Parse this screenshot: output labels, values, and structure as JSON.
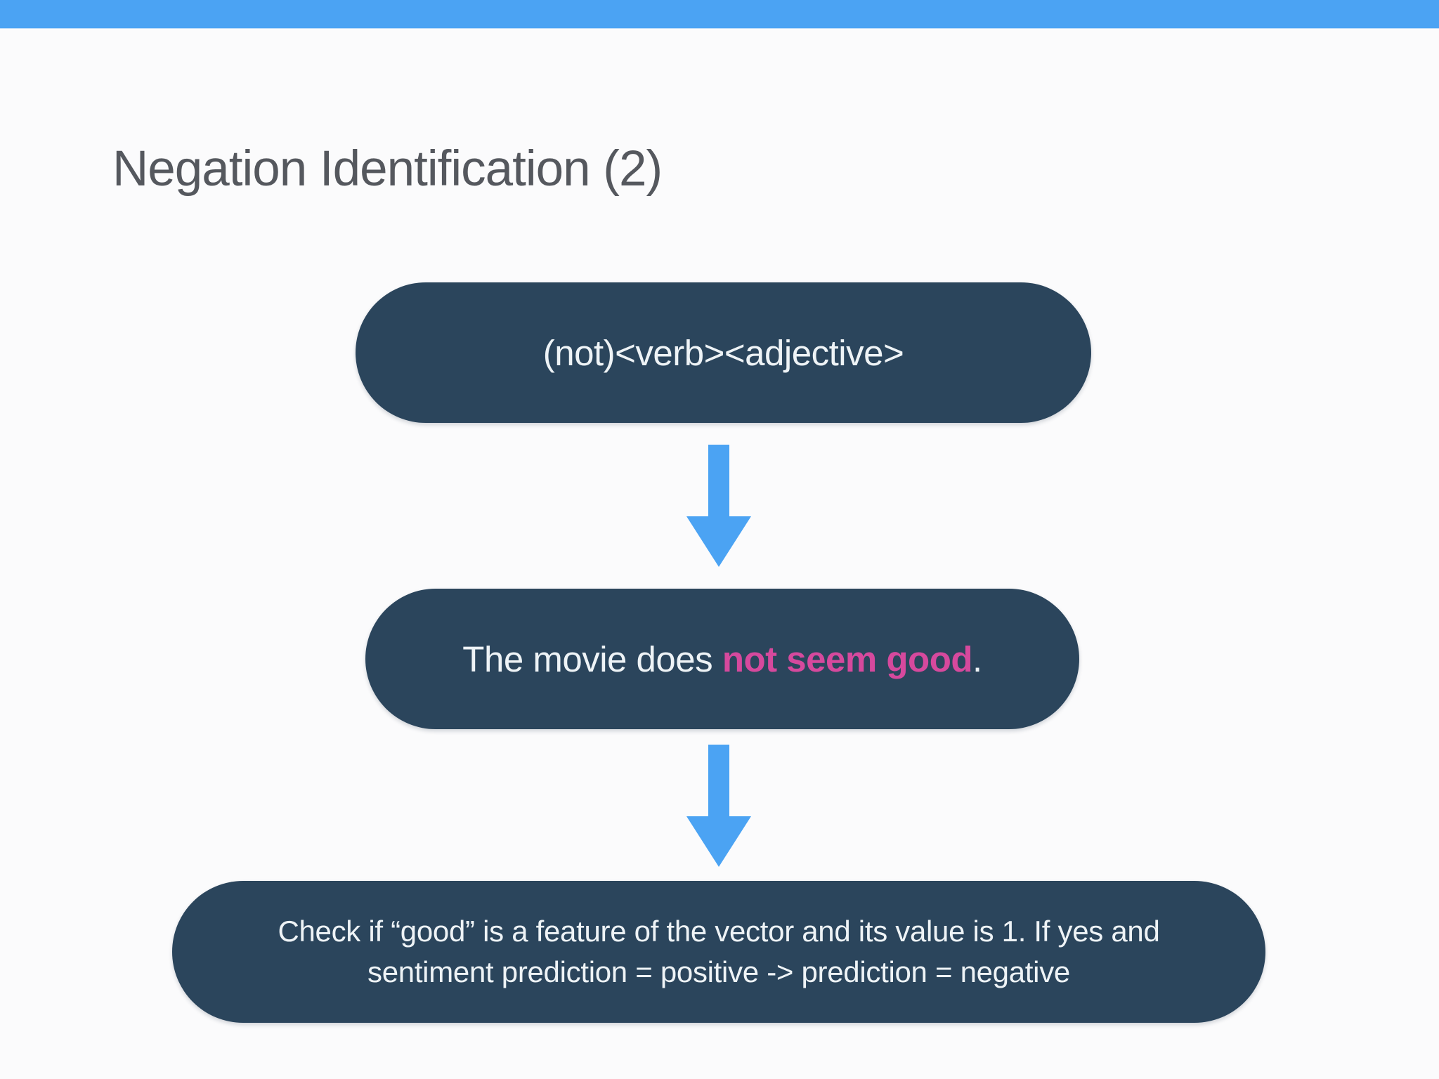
{
  "slide": {
    "title": "Negation Identification (2)"
  },
  "diagram": {
    "nodes": [
      {
        "id": "pattern",
        "text": "(not)<verb><adjective>"
      },
      {
        "id": "example",
        "prefix": "The movie does ",
        "highlight": "not seem good",
        "suffix": "."
      },
      {
        "id": "rule",
        "lines": [
          "Check if “good” is a feature of the vector and its value is 1. If yes and",
          "sentiment prediction = positive -> prediction = negative"
        ]
      }
    ],
    "arrows": [
      {
        "id": "arrow-1",
        "direction": "down"
      },
      {
        "id": "arrow-2",
        "direction": "down"
      }
    ]
  },
  "colors": {
    "top_bar": "#4BA3F3",
    "arrow": "#4BA3F3",
    "node_background": "#2B455C",
    "node_text": "#EEF3F6",
    "highlight": "#D6499D",
    "title_text": "#55585E",
    "page_background": "#FBFBFC"
  }
}
